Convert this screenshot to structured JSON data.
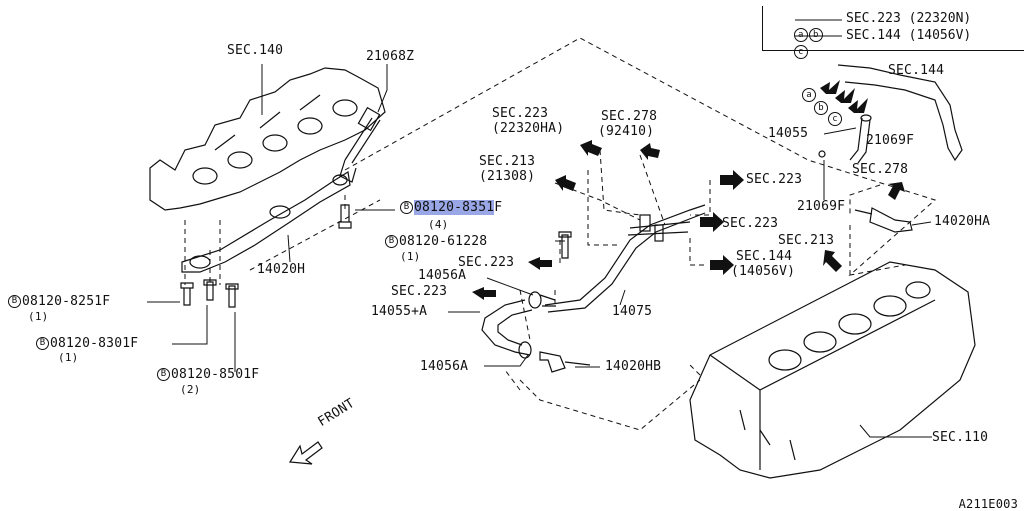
{
  "legend": {
    "row1": {
      "circles": [
        "a",
        "b"
      ],
      "text": "SEC.223 (22320N)"
    },
    "row2": {
      "circles": [
        "c"
      ],
      "text": "SEC.144 (14056V)"
    }
  },
  "callouts": {
    "sec140": "SEC.140",
    "p21068z": "21068Z",
    "sec144_top": "SEC.144",
    "sec223_hose": "SEC.223",
    "sec223_hose_sub": "(22320HA)",
    "sec278_top": "SEC.278",
    "sec278_top_sub": "(92410)",
    "sec213_top": "SEC.213",
    "sec213_top_sub": "(21308)",
    "p14055": "14055",
    "p21069f_a": "21069F",
    "p21069f_b": "21069F",
    "sec278_right": "SEC.278",
    "sec223_r1": "SEC.223",
    "sec223_r2": "SEC.223",
    "p14020ha": "14020HA",
    "sec213_right": "SEC.213",
    "sec144_right": "SEC.144",
    "sec144_right_sub": "(14056V)",
    "b_08120_8351f": "08120-8351",
    "b_08120_8351f_tail": "F",
    "b_08120_8351f_qty": "(4)",
    "b_08120_61228": "08120-61228",
    "b_08120_61228_qty": "(1)",
    "sec223_mid": "SEC.223",
    "p14056a_mid": "14056A",
    "sec223_left": "SEC.223",
    "p14055a": "14055+A",
    "p14075": "14075",
    "p14020h": "14020H",
    "b_08120_8251f": "08120-8251F",
    "b_08120_8251f_qty": "(1)",
    "b_08120_8301f": "08120-8301F",
    "b_08120_8301f_qty": "(1)",
    "b_08120_8501f": "08120-8501F",
    "b_08120_8501f_qty": "(2)",
    "p14056a_low": "14056A",
    "p14020hb": "14020HB",
    "sec110": "SEC.110",
    "front": "FRONT",
    "bolt_mark": "B"
  },
  "figure_code": "A211E003"
}
